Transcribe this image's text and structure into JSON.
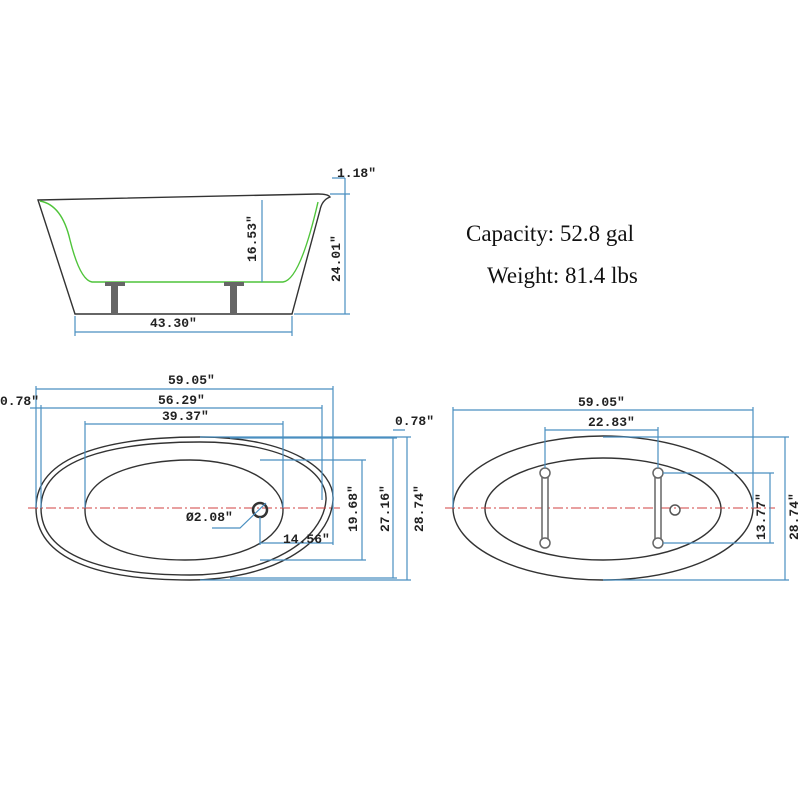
{
  "specs": {
    "capacity": "Capacity: 52.8 gal",
    "weight": "Weight: 81.4 lbs"
  },
  "side_view": {
    "lip": "1.18\"",
    "inner_depth": "16.53\"",
    "height": "24.01\"",
    "base_length": "43.30\""
  },
  "top_view": {
    "length": "59.05\"",
    "inner_rim_length": "56.29\"",
    "bowl_length": "39.37\"",
    "rim_left": "0.78\"",
    "rim_right": "0.78\"",
    "drain_diameter": "Ø2.08\"",
    "drain_offset": "14.56\"",
    "bowl_width": "19.68\"",
    "inner_rim_width": "27.16\"",
    "width": "28.74\""
  },
  "bottom_view": {
    "length": "59.05\"",
    "support_spacing": "22.83\"",
    "support_length": "13.77\"",
    "width": "28.74\""
  },
  "colors": {
    "dimension": "#4a8fc0",
    "inner_line": "#4fc43a",
    "centerline": "#d04040"
  }
}
